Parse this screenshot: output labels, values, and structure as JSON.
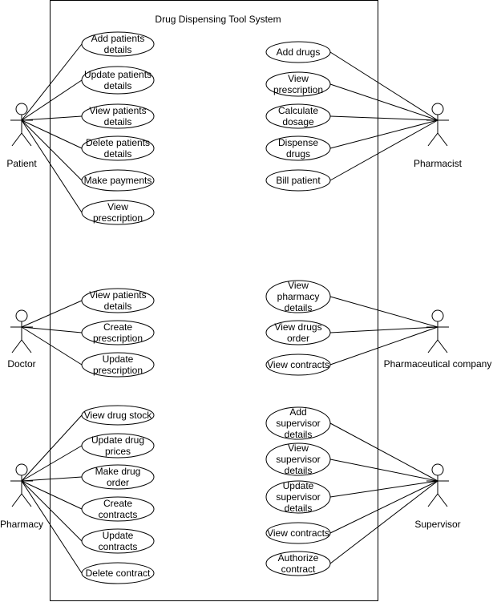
{
  "title": "Drug Dispensing Tool System",
  "actors": {
    "patient": "Patient",
    "doctor": "Doctor",
    "pharmacy": "Pharmacy",
    "pharmacist": "Pharmacist",
    "pharma_company": "Pharmaceutical company",
    "supervisor": "Supervisor"
  },
  "use_cases": {
    "add_patients_details": [
      "Add patients",
      "details"
    ],
    "update_patients_details": [
      "Update patients",
      "details"
    ],
    "view_patients_details_p": [
      "View patients",
      "details"
    ],
    "delete_patients_details": [
      "Delete patients",
      "details"
    ],
    "make_payments": [
      "Make payments"
    ],
    "view_prescription_p": [
      "View",
      "prescription"
    ],
    "view_patients_details_d": [
      "View patients",
      "details"
    ],
    "create_prescription": [
      "Create",
      "prescription"
    ],
    "update_prescription": [
      "Update",
      "prescription"
    ],
    "view_drug_stock": [
      "View drug stock"
    ],
    "update_drug_prices": [
      "Update drug",
      "prices"
    ],
    "make_drug_order": [
      "Make drug",
      "order"
    ],
    "create_contracts": [
      "Create",
      "contracts"
    ],
    "update_contracts": [
      "Update",
      "contracts"
    ],
    "delete_contract": [
      "Delete contract"
    ],
    "add_drugs": [
      "Add drugs"
    ],
    "view_prescription_ph": [
      "View",
      "prescription"
    ],
    "calculate_dosage": [
      "Calculate",
      "dosage"
    ],
    "dispense_drugs": [
      "Dispense",
      "drugs"
    ],
    "bill_patient": [
      "Bill patient"
    ],
    "view_pharmacy_details": [
      "View",
      "pharmacy",
      "details"
    ],
    "view_drugs_order": [
      "View drugs",
      "order"
    ],
    "view_contracts_pc": [
      "View contracts"
    ],
    "add_supervisor_details": [
      "Add",
      "supervisor",
      "details"
    ],
    "view_supervisor_details": [
      "View",
      "supervisor",
      "details"
    ],
    "update_supervisor_details": [
      "Update",
      "supervisor",
      "details"
    ],
    "view_contracts_s": [
      "View contracts"
    ],
    "authorize_contract": [
      "Authorize",
      "contract"
    ]
  }
}
